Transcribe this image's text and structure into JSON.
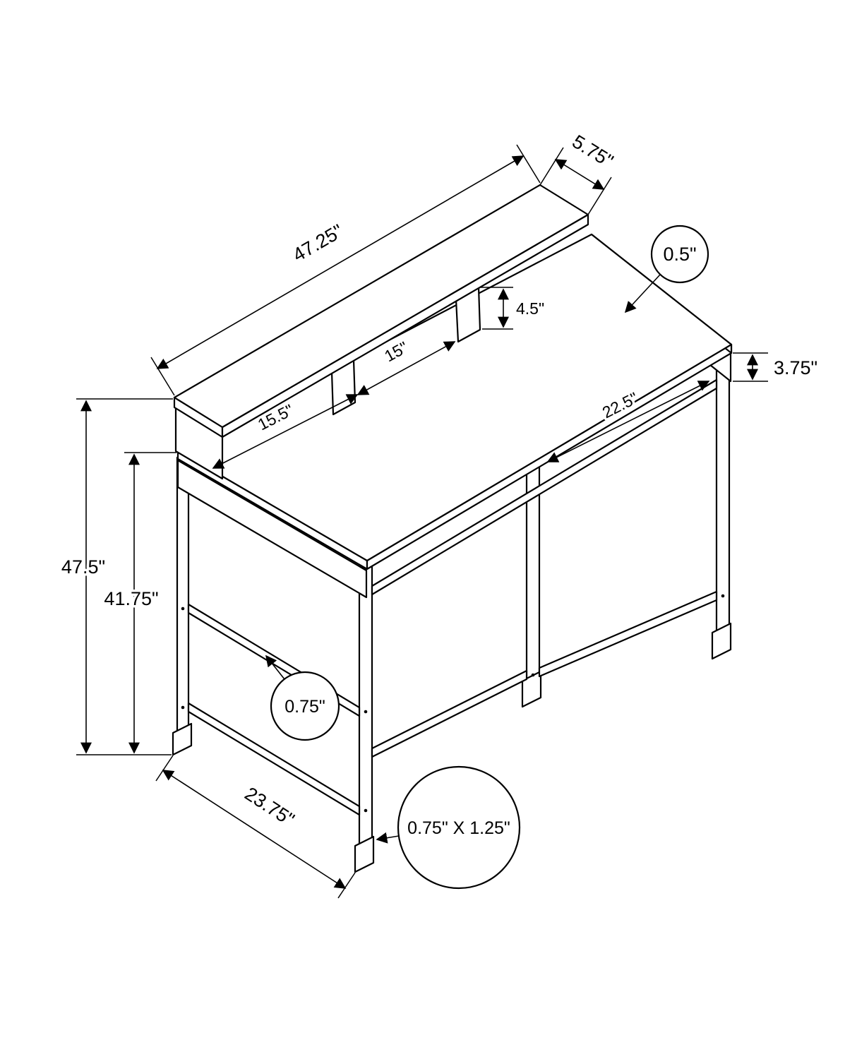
{
  "diagram": "furniture-dimension-line-drawing",
  "dims": {
    "shelf_length": "47.25\"",
    "shelf_depth": "5.75\"",
    "top_thickness": "0.5\"",
    "cubby_height": "4.5\"",
    "cubby_width": "15\"",
    "apron_height": "3.75\"",
    "left_opening": "15.5\"",
    "right_opening": "22.5\"",
    "overall_height": "47.5\"",
    "desktop_height": "41.75\"",
    "frame_tube": "0.75\"",
    "side_depth": "23.75\"",
    "leg_profile": "0.75\" X 1.25\""
  },
  "colors": {
    "line": "#000000",
    "background": "#ffffff"
  }
}
